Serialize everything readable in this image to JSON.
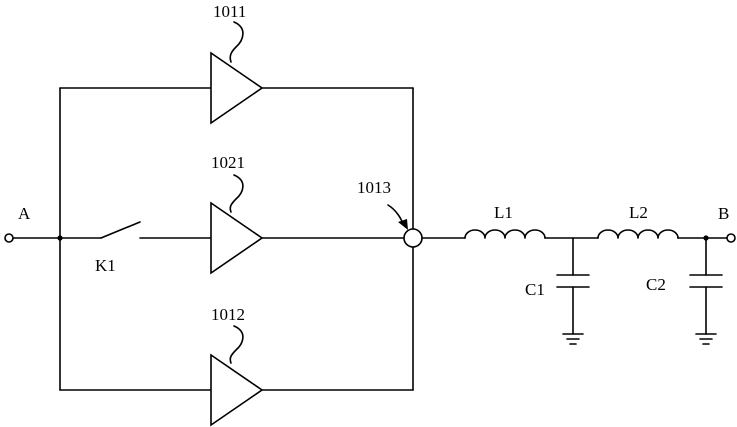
{
  "labels": {
    "node_a": "A",
    "node_b": "B",
    "amp_top": "1011",
    "amp_mid": "1021",
    "amp_bottom": "1012",
    "combiner": "1013",
    "switch": "K1",
    "inductor_1": "L1",
    "inductor_2": "L2",
    "capacitor_1": "C1",
    "capacitor_2": "C2"
  }
}
